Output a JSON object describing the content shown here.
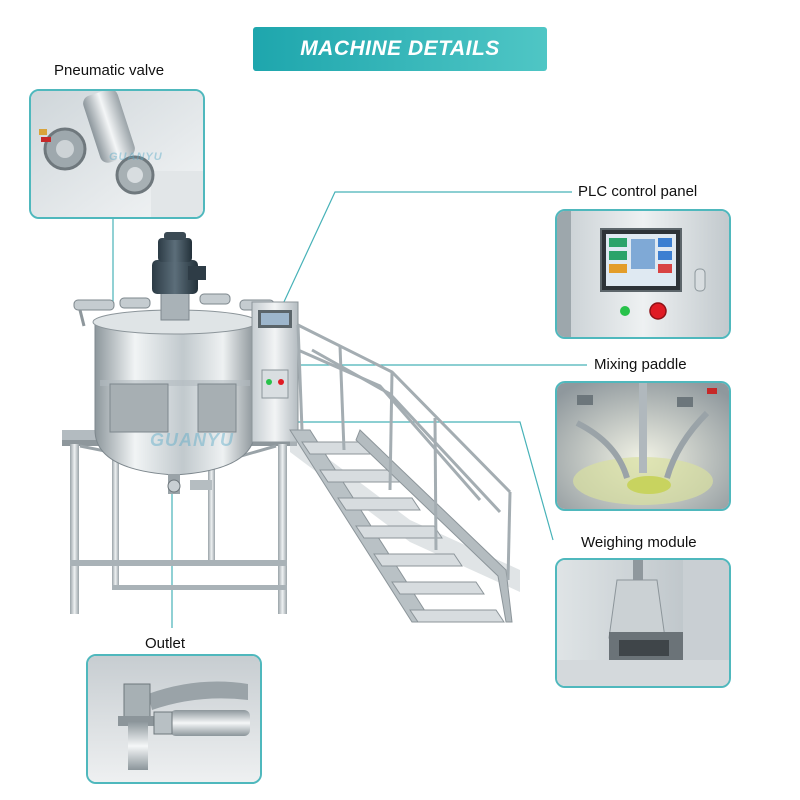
{
  "header": {
    "title": "MACHINE DETAILS"
  },
  "callouts": {
    "pneumatic_valve": "Pneumatic valve",
    "plc_control_panel": "PLC control panel",
    "mixing_paddle": "Mixing paddle",
    "weighing_module": "Weighing module",
    "outlet": "Outlet"
  },
  "watermark": "GUANYU",
  "colors": {
    "banner_start": "#1ea6ad",
    "banner_end": "#4fc6c5",
    "frame": "#4fb8bd",
    "leader_line": "#47b2b8",
    "steel_light": "#e8ecee",
    "steel_mid": "#b9c1c6",
    "steel_dark": "#7d878d",
    "green_button": "#27c24a",
    "red_button": "#e01b24"
  }
}
